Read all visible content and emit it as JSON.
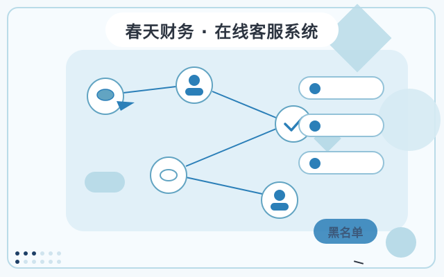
{
  "app": {
    "title": "春天财务 · 在线客服系统"
  },
  "actions": {
    "blacklist_label": "黑名单"
  },
  "colors": {
    "accent": "#2b7fb8",
    "line": "#2b7fb8",
    "node_border": "#62a4c2",
    "panel": "#e1f0f8",
    "light": "#b9dbe8"
  },
  "icons": {
    "chat_bubble_filled": "chat-bubble-icon",
    "chat_bubble_outline": "chat-bubble-outline-icon",
    "user": "user-icon",
    "check": "check-icon"
  },
  "list": {
    "count": 3
  }
}
